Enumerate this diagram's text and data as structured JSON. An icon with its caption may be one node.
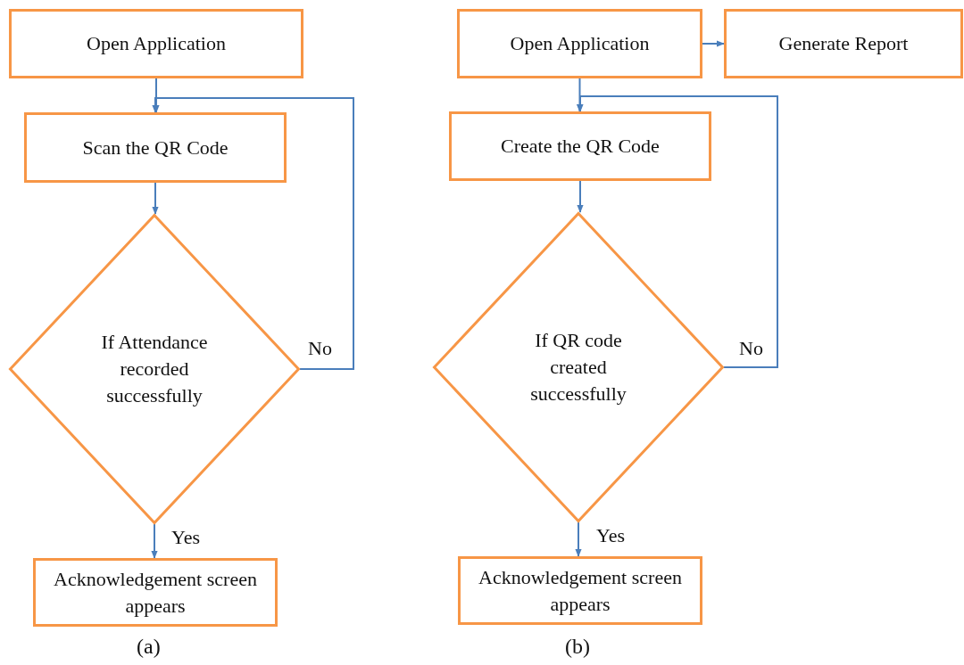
{
  "diagram": {
    "nodes": [
      {
        "text": [
          "Open Application"
        ]
      },
      {
        "text": [
          "Scan the QR Code"
        ]
      },
      {
        "text": [
          "If Attendance recorded successfully"
        ]
      },
      {
        "text": [
          "Acknowledgement screen appears"
        ]
      },
      {
        "text": [
          "Open Application"
        ]
      },
      {
        "text": [
          "Generate Report"
        ]
      },
      {
        "text": [
          "Create the QR Code"
        ]
      },
      {
        "text": [
          "If QR code created successfully"
        ]
      },
      {
        "text": [
          "Acknowledgement screen appears"
        ]
      }
    ],
    "edges": [
      {
        "from": 0,
        "to": 1,
        "arrow": "to"
      },
      {
        "from": 1,
        "to": 2,
        "arrow": "to"
      },
      {
        "from": 2,
        "to": 1,
        "arrow": "to",
        "label": "No"
      },
      {
        "from": 2,
        "to": 3,
        "arrow": "to",
        "label": "Yes"
      },
      {
        "from": 4,
        "to": 5,
        "arrow": "to"
      },
      {
        "from": 4,
        "to": 6,
        "arrow": "to"
      },
      {
        "from": 6,
        "to": 7,
        "arrow": "to"
      },
      {
        "from": 7,
        "to": 6,
        "arrow": "to",
        "label": "No"
      },
      {
        "from": 7,
        "to": 8,
        "arrow": "to",
        "label": "Yes"
      }
    ],
    "labels": [
      "(a)",
      "(b)"
    ]
  }
}
